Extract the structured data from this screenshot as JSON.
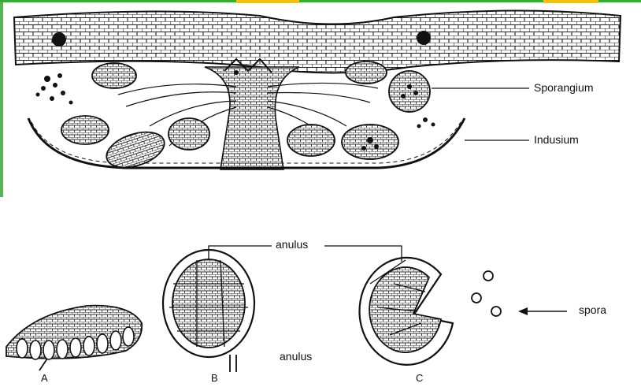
{
  "figure": {
    "top_labels": {
      "sporangium": "Sporangium",
      "indusium": "Indusium"
    },
    "bottom_labels": {
      "anulus_top": "anulus",
      "anulus_bottom": "anulus",
      "spora": "spora"
    },
    "panel_letters": [
      "A",
      "B",
      "C"
    ],
    "colors": {
      "ink": "#111111",
      "border_green": "#3aa83a",
      "accent_yellow": "#f4c20d",
      "background": "#ffffff"
    }
  }
}
